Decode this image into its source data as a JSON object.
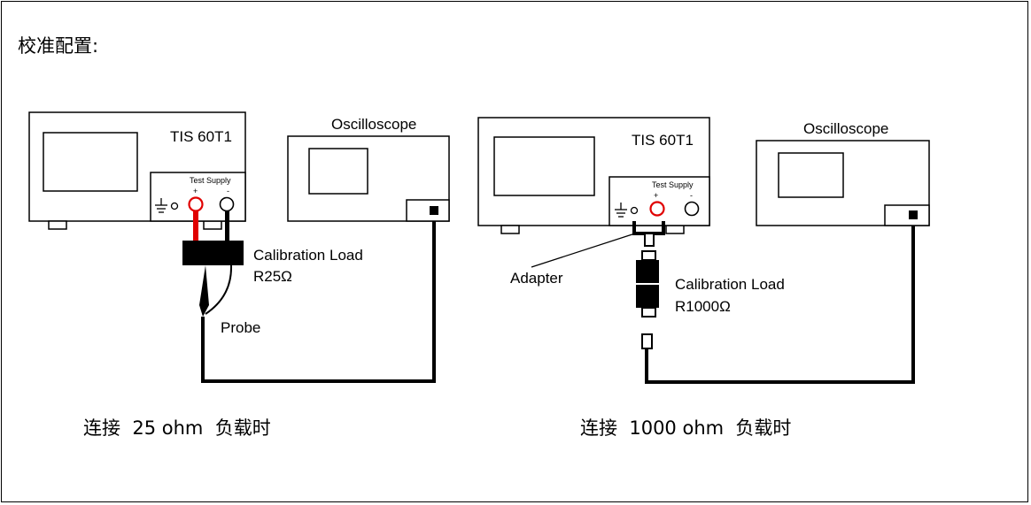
{
  "heading": "校准配置:",
  "left_setup": {
    "device_label": "TIS 60T1",
    "supply_label": "Test Supply",
    "plus_sign": "+",
    "minus_sign": "-",
    "scope_label": "Oscilloscope",
    "load_label_line1": "Calibration Load",
    "load_label_line2": "R25Ω",
    "probe_label": "Probe",
    "caption": "连接  25 ohm  负载时"
  },
  "right_setup": {
    "device_label": "TIS 60T1",
    "supply_label": "Test Supply",
    "plus_sign": "+",
    "minus_sign": "-",
    "scope_label": "Oscilloscope",
    "adapter_label": "Adapter",
    "load_label_line1": "Calibration Load",
    "load_label_line2": "R1000Ω",
    "caption": "连接  1000 ohm  负载时"
  },
  "colors": {
    "positive_terminal": "#e00000",
    "cable": "#000000"
  }
}
